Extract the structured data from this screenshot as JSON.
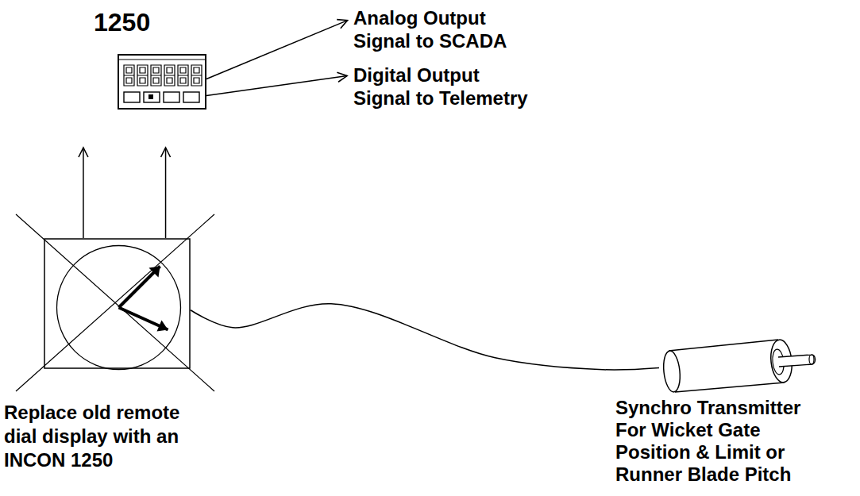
{
  "diagram": {
    "nodes": [
      {
        "text": [
          "1250"
        ]
      },
      {
        "text": [
          "Analog Output Signal to SCADA"
        ]
      },
      {
        "text": [
          "Digital Output Signal to Telemetry"
        ]
      },
      {
        "text": [
          "Replace old remote dial display with an INCON 1250"
        ]
      },
      {
        "text": [
          "Synchro Transmitter For Wicket Gate Position & Limit or Runner Blade Pitch"
        ]
      }
    ],
    "edges": [
      {
        "from": 0,
        "to": 1,
        "arrow": "to"
      },
      {
        "from": 0,
        "to": 2,
        "arrow": "to"
      },
      {
        "from": 3,
        "to": 0,
        "arrow": "to"
      },
      {
        "from": 3,
        "to": 0,
        "arrow": "to"
      },
      {
        "from": 3,
        "to": 4,
        "arrow": "none"
      }
    ]
  }
}
